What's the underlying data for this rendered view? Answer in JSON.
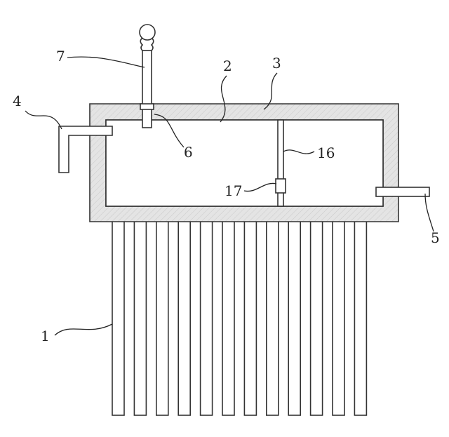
{
  "diagram": {
    "callouts": [
      {
        "id": "1",
        "text": "1"
      },
      {
        "id": "2",
        "text": "2"
      },
      {
        "id": "3",
        "text": "3"
      },
      {
        "id": "4",
        "text": "4"
      },
      {
        "id": "5",
        "text": "5"
      },
      {
        "id": "6",
        "text": "6"
      },
      {
        "id": "7",
        "text": "7"
      },
      {
        "id": "16",
        "text": "16"
      },
      {
        "id": "17",
        "text": "17"
      }
    ],
    "tube_count": 12,
    "colors": {
      "line": "#333333",
      "wall_fill": "#e4e4e4",
      "background": "#ffffff"
    }
  }
}
